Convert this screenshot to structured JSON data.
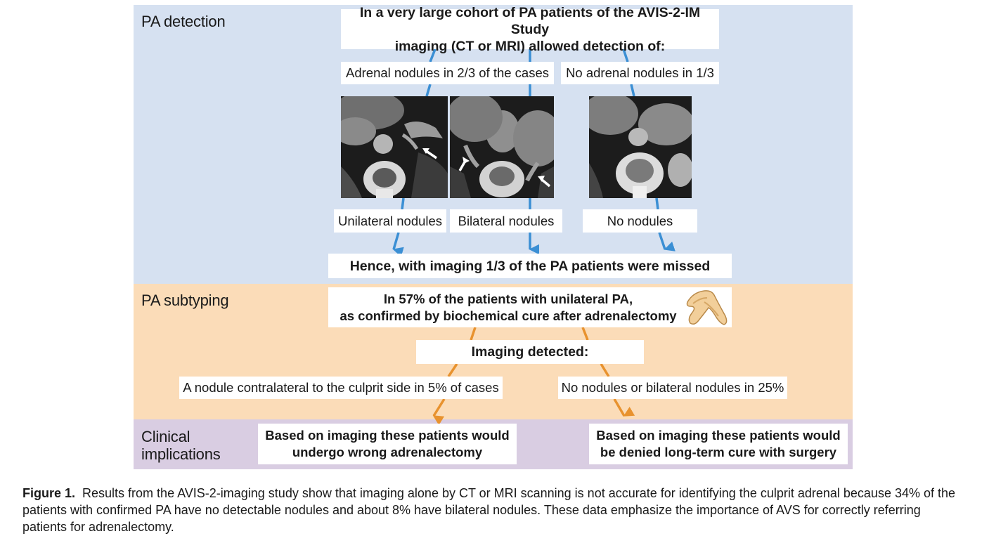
{
  "sections": {
    "detection": "PA detection",
    "subtyping": "PA subtyping",
    "clinical_line1": "Clinical",
    "clinical_line2": "implications"
  },
  "detection": {
    "header_line1": "In a very large cohort of PA patients of the AVIS-2-IM Study",
    "header_line2": "imaging (CT or MRI) allowed detection of:",
    "nodules_yes": "Adrenal nodules in 2/3 of the cases",
    "nodules_no": "No adrenal nodules in 1/3",
    "label_unilateral": "Unilateral nodules",
    "label_bilateral": "Bilateral nodules",
    "label_none": "No nodules",
    "conclusion": "Hence, with imaging 1/3 of the PA patients were missed"
  },
  "subtyping": {
    "header_line1": "In 57% of the patients with unilateral PA,",
    "header_line2": "as confirmed by biochemical cure after adrenalectomy",
    "imaging_detected": "Imaging detected:",
    "contralateral": "A nodule contralateral to the culprit side in 5% of cases",
    "none_or_bilateral": "No nodules or bilateral nodules in 25%"
  },
  "clinical": {
    "wrong_line1": "Based on imaging these patients would",
    "wrong_line2": "undergo wrong adrenalectomy",
    "denied_line1": "Based on imaging these patients would",
    "denied_line2": "be denied long-term cure with surgery"
  },
  "caption": {
    "label": "Figure 1.",
    "text": "Results from the AVIS-2-imaging study show that imaging alone by CT or MRI scanning is not accurate for identifying the culprit adrenal because 34% of the patients with confirmed PA have no detectable nodules and about 8% have bilateral nodules. These data emphasize the importance of AVS for correctly referring patients for adrenalectomy."
  },
  "colors": {
    "detection_band": "#d6e1f1",
    "subtyping_band": "#fbdcb8",
    "clinical_band": "#d9cde2",
    "blue_arrow": "#3b8fd4",
    "orange_arrow": "#e8922e"
  },
  "icons": [
    "ct-scan-unilateral-image",
    "ct-scan-bilateral-image",
    "ct-scan-no-nodules-image",
    "adrenal-gland-icon",
    "arrow-icon"
  ]
}
